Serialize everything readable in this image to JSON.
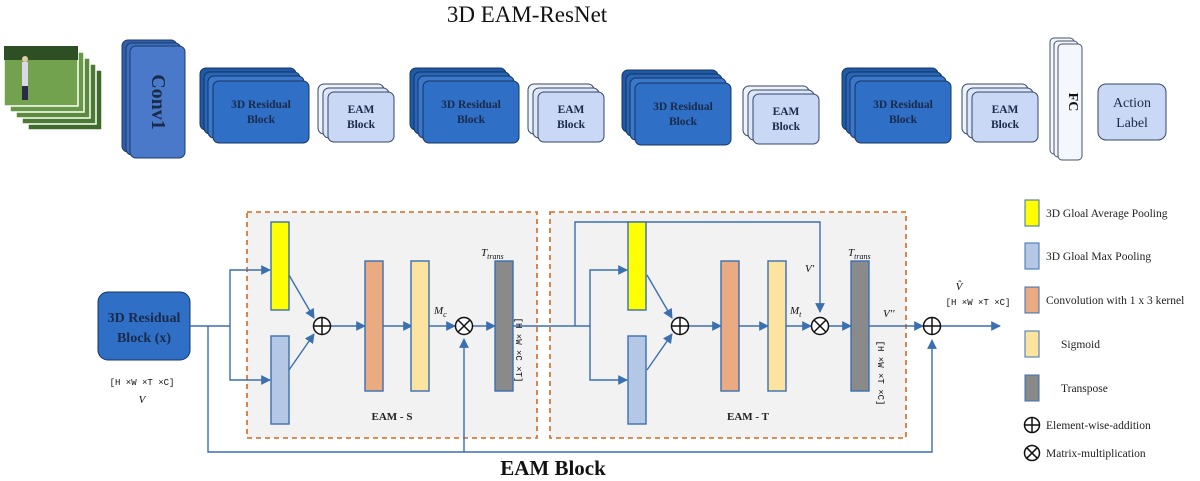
{
  "top": {
    "title": "3D EAM-ResNet",
    "conv1": "Conv1",
    "res_l1": "3D Residual",
    "res_l2": "Block",
    "eam_l1": "EAM",
    "eam_l2": "Block",
    "fc": "FC",
    "action_l1": "Action",
    "action_l2": "Label"
  },
  "bottom": {
    "res_l1": "3D Residual",
    "res_l2": "Block (x)",
    "input_dims": "[H ×W ×T ×C]",
    "input_var": "V",
    "eam_s": "EAM - S",
    "eam_t": "EAM - T",
    "mc": "M",
    "mc_sub": "c",
    "mt": "M",
    "mt_sub": "t",
    "ttrans": "T",
    "ttrans_sub": "trans",
    "dims_s": "[H ×W ×C ×T]",
    "dims_t": "[H ×W ×T ×C]",
    "v_prime": "V'",
    "v_dprime": "V''",
    "v_hat": "V̂",
    "out_dims": "[H ×W ×T ×C]",
    "block_title": "EAM Block"
  },
  "legend": [
    {
      "label": "3D Gloal Average Pooling",
      "color": "#ffff00",
      "border": "#3a6fb0"
    },
    {
      "label": "3D Gloal Max Pooling",
      "color": "#b4c8e6",
      "border": "#3a6fb0"
    },
    {
      "label": "Convolution with 1 x 3 kernel",
      "color": "#eaaa82",
      "border": "#3a6fb0"
    },
    {
      "label": "Sigmoid",
      "color": "#fde3a0",
      "border": "#3a6fb0"
    },
    {
      "label": "Transpose",
      "color": "#8a8a8a",
      "border": "#3a6fb0"
    },
    {
      "label": "Element-wise-addition",
      "icon": "plus-circle-icon"
    },
    {
      "label": "Matrix-multiplication",
      "icon": "times-circle-icon"
    }
  ],
  "colors": {
    "dark_block": "#2f6fc6",
    "conv_block": "#4a79c9",
    "light_block": "#c9d8f4",
    "arrow": "#3a6fb0",
    "dash": "#d2691e",
    "panel": "#f2f2f2"
  }
}
